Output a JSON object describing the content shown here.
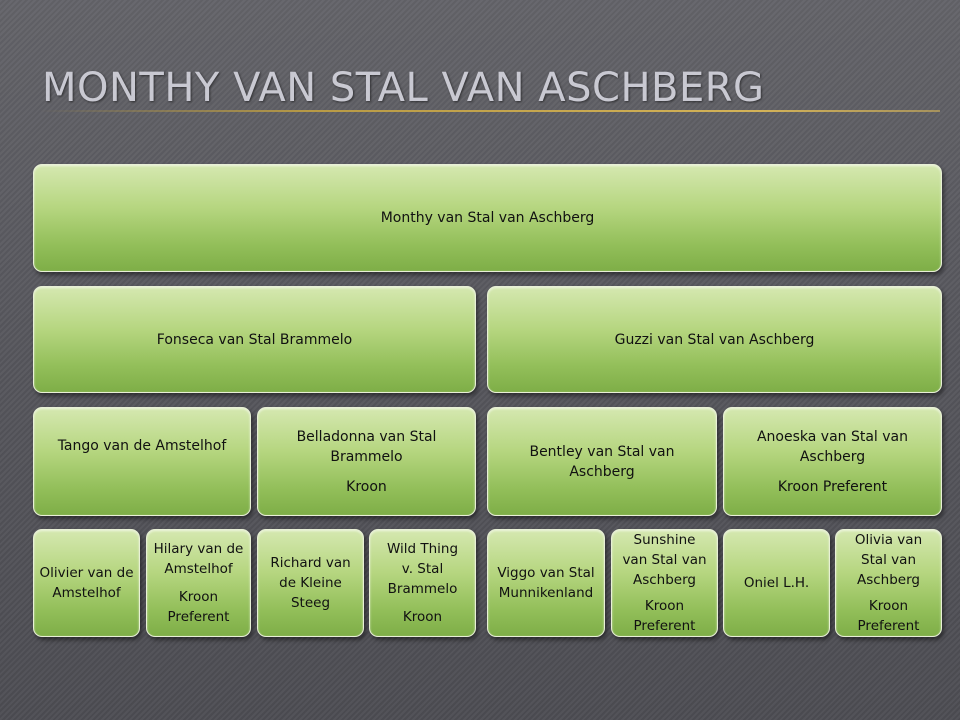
{
  "title": "MONTHY VAN STAL VAN ASCHBERG",
  "root": {
    "name": "Monthy van Stal van Aschberg"
  },
  "parents": [
    {
      "name": "Fonseca van Stal Brammelo"
    },
    {
      "name": "Guzzi van Stal van Aschberg"
    }
  ],
  "grandparents": [
    {
      "name": "Tango van de Amstelhof",
      "sub": ""
    },
    {
      "name": "Belladonna van Stal Brammelo",
      "sub": "Kroon"
    },
    {
      "name": "Bentley van Stal van Aschberg",
      "sub": ""
    },
    {
      "name": "Anoeska van Stal van Aschberg",
      "sub": "Kroon Preferent"
    }
  ],
  "great_grandparents": [
    {
      "name": "Olivier van de Amstelhof",
      "sub": ""
    },
    {
      "name": "Hilary van de Amstelhof",
      "sub": "Kroon Preferent"
    },
    {
      "name": "Richard van de Kleine Steeg",
      "sub": ""
    },
    {
      "name": "Wild Thing v. Stal Brammelo",
      "sub": "Kroon"
    },
    {
      "name": "Viggo van Stal Munnikenland",
      "sub": ""
    },
    {
      "name": "Sunshine van Stal van Aschberg",
      "sub": "Kroon Preferent"
    },
    {
      "name": "Oniel L.H.",
      "sub": ""
    },
    {
      "name": "Olivia van Stal van Aschberg",
      "sub": "Kroon Preferent"
    }
  ],
  "colors": {
    "node_fill": "#a6cc6e",
    "node_border": "#e8f0d6",
    "title": "#c9c9d2",
    "rule": "#c8a84e",
    "background": "#5a5a60"
  }
}
